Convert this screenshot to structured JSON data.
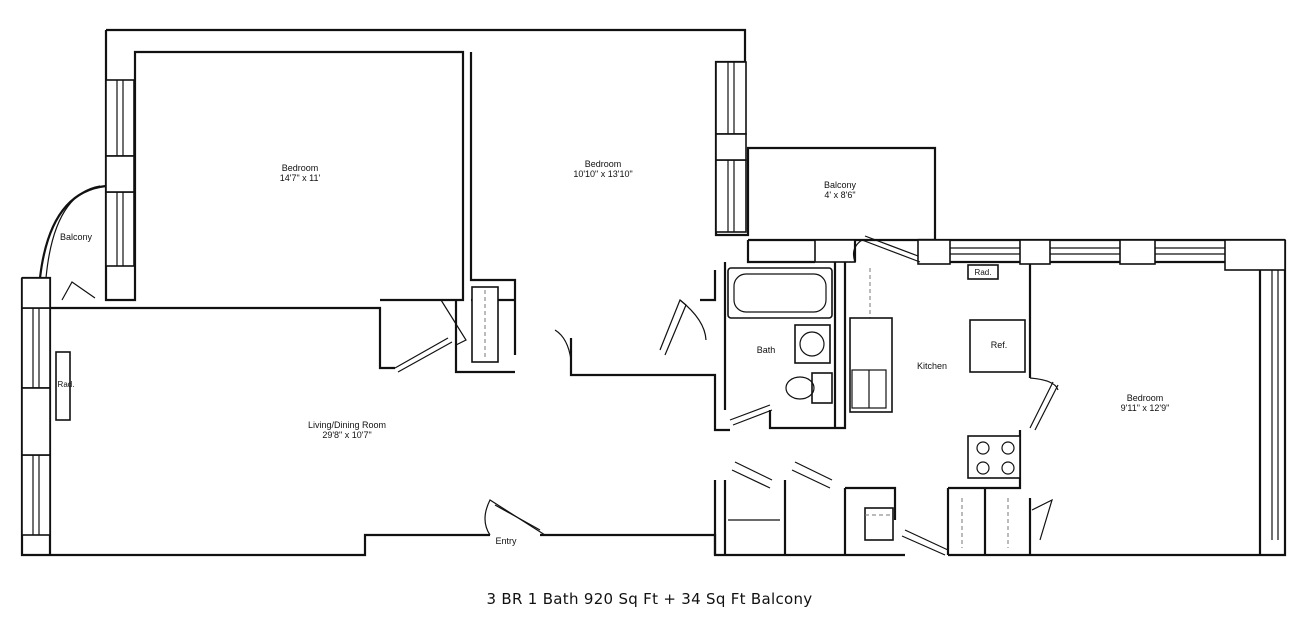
{
  "rooms": {
    "bedroom1": {
      "name": "Bedroom",
      "size": "14'7\" x 11'"
    },
    "bedroom2": {
      "name": "Bedroom",
      "size": "10'10\" x 13'10\""
    },
    "balcony_top": {
      "name": "Balcony",
      "size": "4' x 8'6\""
    },
    "balcony_left": {
      "name": "Balcony"
    },
    "living": {
      "name": "Living/Dining Room",
      "size": "29'8\" x 10'7\""
    },
    "bath": {
      "name": "Bath"
    },
    "kitchen": {
      "name": "Kitchen"
    },
    "bedroom3": {
      "name": "Bedroom",
      "size": "9'11\" x 12'9\""
    },
    "entry": {
      "name": "Entry"
    }
  },
  "fixtures": {
    "rad_kitchen": "Rad.",
    "rad_living": "Rad.",
    "ref": "Ref."
  },
  "caption": "3 BR 1 Bath  920 Sq Ft + 34 Sq Ft Balcony"
}
